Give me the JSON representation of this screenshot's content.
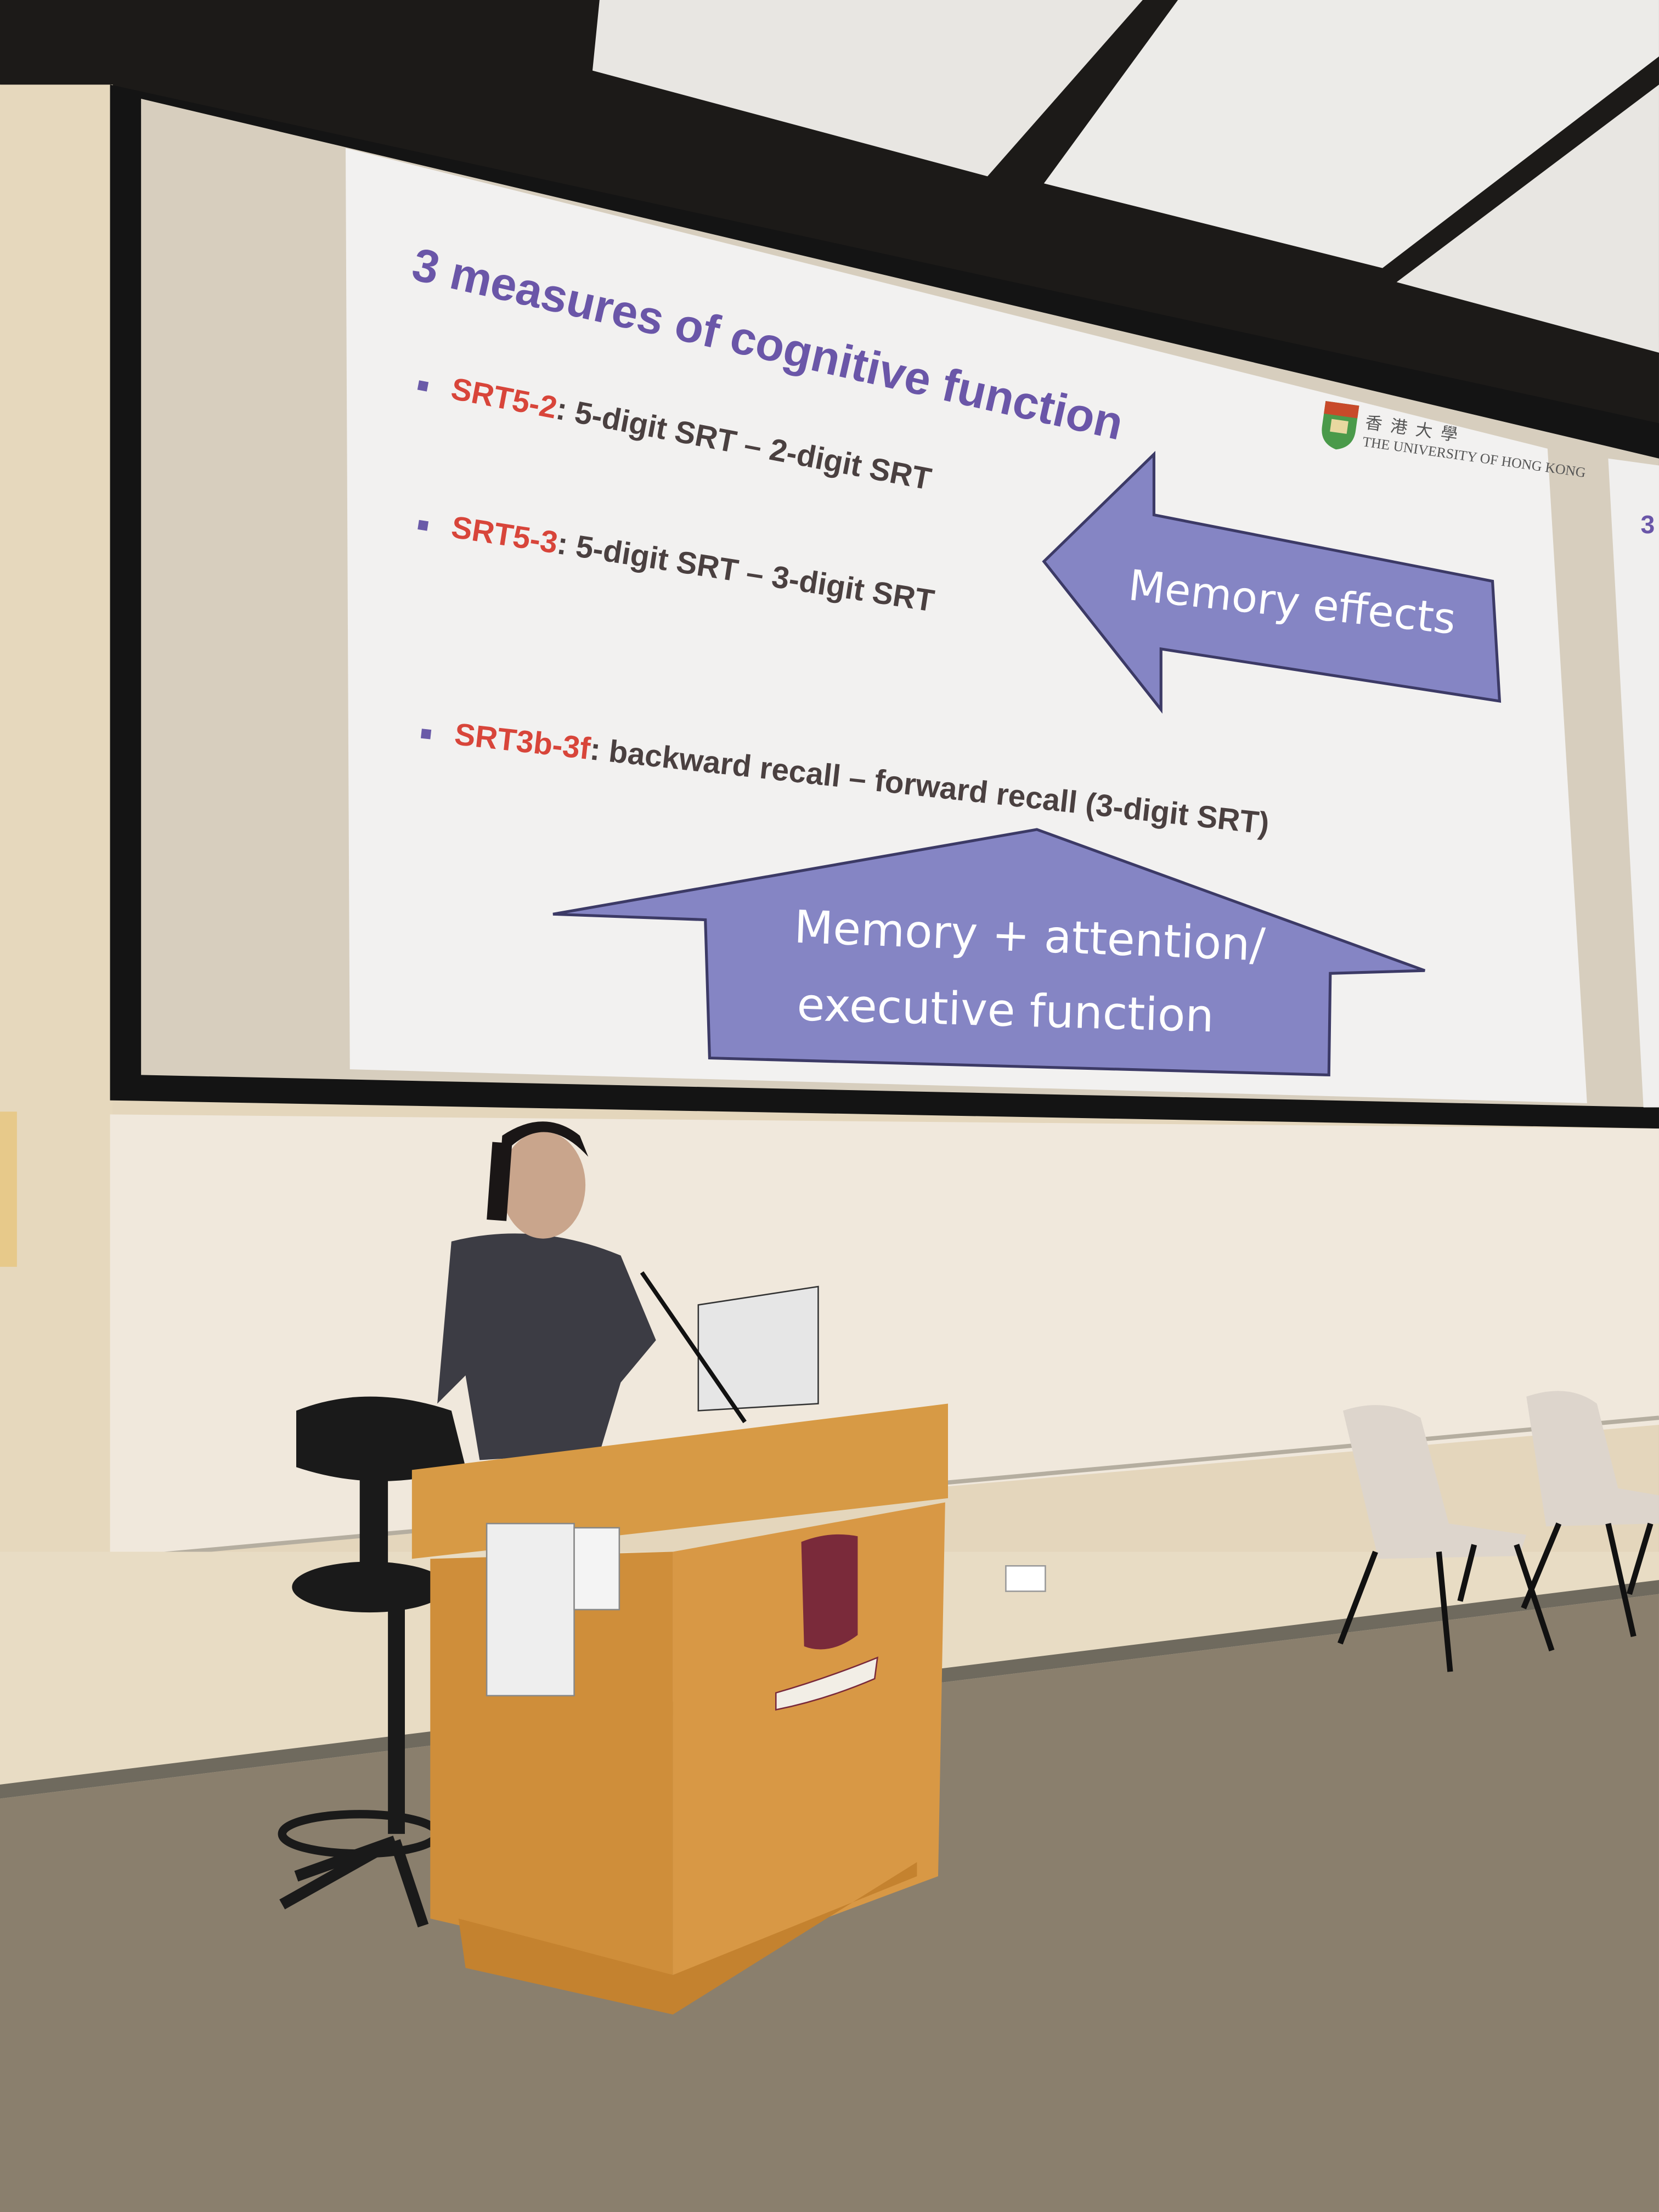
{
  "slide": {
    "title": "3 measures of cognitive function",
    "bullets": [
      {
        "key": "SRT5-2",
        "text": ": 5-digit SRT – 2-digit SRT"
      },
      {
        "key": "SRT5-3",
        "text": ": 5-digit SRT – 3-digit SRT"
      },
      {
        "key": "SRT3b-3f",
        "text": ": backward recall – forward recall (3-digit SRT)"
      }
    ],
    "arrow_left_label": "Memory effects",
    "arrow_up_label_line1": "Memory + attention/",
    "arrow_up_label_line2": "executive function",
    "logo_chinese": "香港大學",
    "logo_english": "THE UNIVERSITY OF HONG KONG",
    "colors": {
      "title": "#6a56a8",
      "key": "#d8453a",
      "arrow": "#8080c0"
    }
  },
  "next_slide_fragment": "3"
}
